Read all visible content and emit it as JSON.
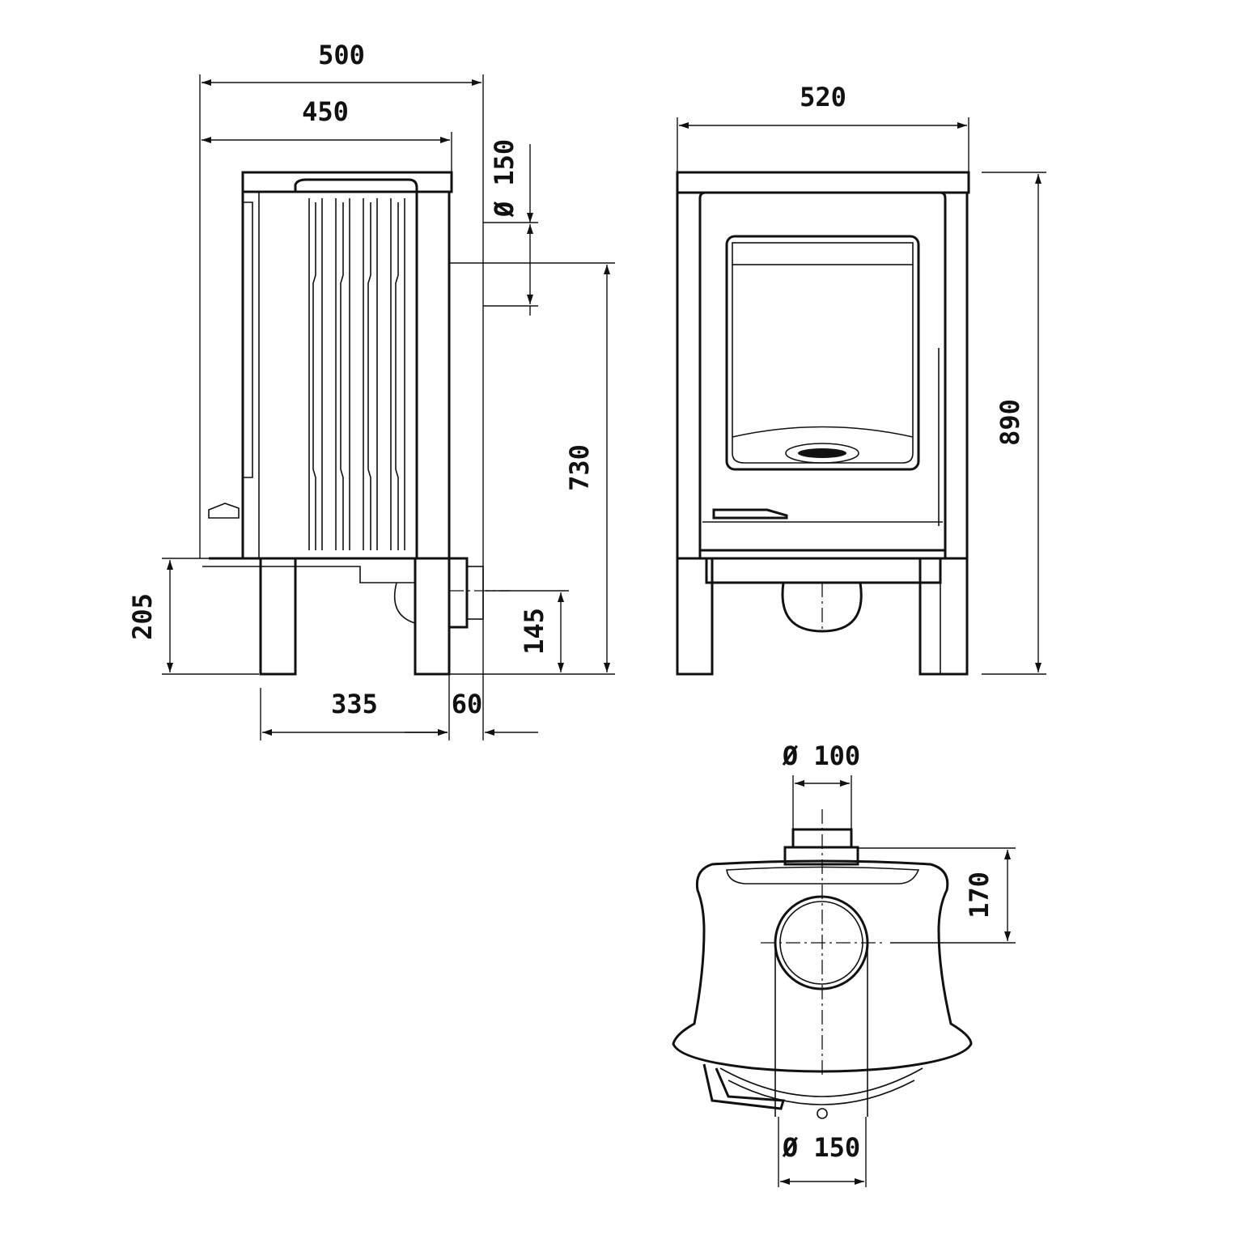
{
  "title": "Stove dimension drawing",
  "side_view": {
    "width_overall": "500",
    "width_body": "450",
    "flue_diameter": "Ø 150",
    "flue_height": "730",
    "base_height": "205",
    "rear_outlet_height": "145",
    "leg_spacing": "335",
    "outlet_depth": "60"
  },
  "front_view": {
    "width": "520",
    "height": "890"
  },
  "top_view": {
    "top_flue_diameter": "Ø 100",
    "flue_offset": "170",
    "rear_flue_diameter": "Ø 150"
  },
  "colors": {
    "line": "#111111",
    "background": "#ffffff"
  }
}
